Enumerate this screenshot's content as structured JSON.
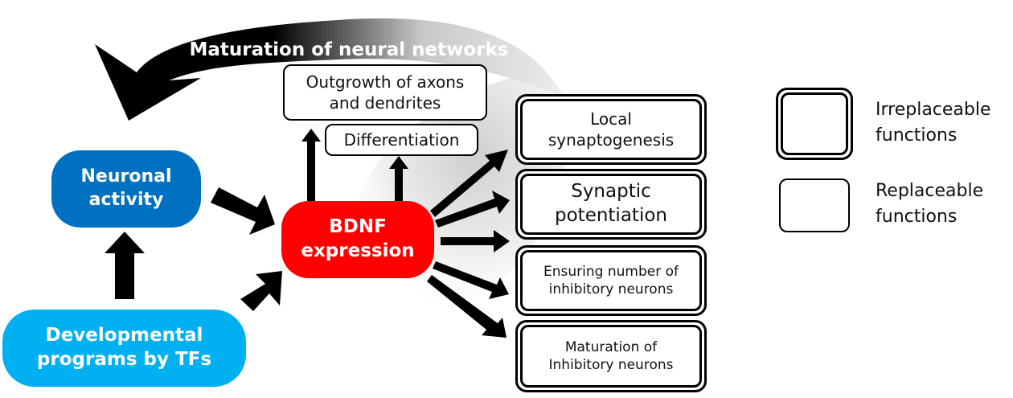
{
  "diagram": {
    "curved_arrow_label": "Maturation of neural networks",
    "nodes": {
      "neuronal_activity": {
        "label_line1": "Neuronal",
        "label_line2": "activity",
        "color": "#0070C0"
      },
      "developmental_programs": {
        "label_line1": "Developmental",
        "label_line2": "programs by TFs",
        "color": "#00B0F0"
      },
      "bdnf_expression": {
        "label_line1": "BDNF",
        "label_line2": "expression",
        "color": "#FF0000"
      }
    },
    "replaceable_functions": [
      {
        "line1": "Outgrowth of axons",
        "line2": "and dendrites"
      },
      {
        "line1": "Differentiation",
        "line2": ""
      }
    ],
    "irreplaceable_functions": [
      {
        "line1": "Local",
        "line2": "synaptogenesis"
      },
      {
        "line1": "Synaptic",
        "line2": "potentiation"
      },
      {
        "line1": "Ensuring number of",
        "line2": "inhibitory neurons"
      },
      {
        "line1": "Maturation of",
        "line2": "Inhibitory neurons"
      }
    ],
    "legend": [
      {
        "style": "double-border",
        "line1": "Irreplaceable",
        "line2": "functions"
      },
      {
        "style": "single-border",
        "line1": "Replaceable",
        "line2": "functions"
      }
    ]
  }
}
